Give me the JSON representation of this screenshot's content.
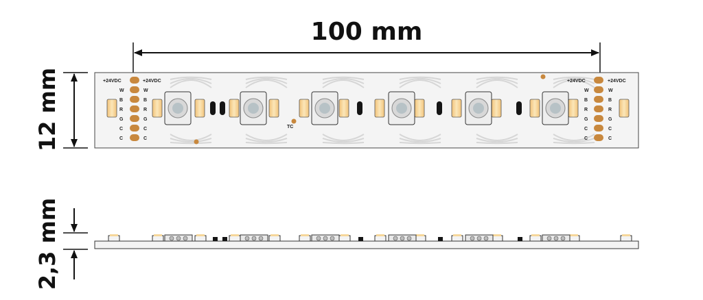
{
  "dimensions": {
    "length_label": "100 mm",
    "width_label": "12 mm",
    "height_label": "2,3 mm"
  },
  "strip": {
    "voltage_label": "+24VDC",
    "pin_labels": [
      "W",
      "B",
      "R",
      "G",
      "C",
      "C"
    ],
    "tc_label": "TC",
    "colors": {
      "pcb": "#f4f4f4",
      "pad": "#c8883e",
      "warm_led": "#f6d79a",
      "rgb_led_body": "#eeeeee",
      "resistor": "#151515",
      "outline": "#222222"
    }
  }
}
